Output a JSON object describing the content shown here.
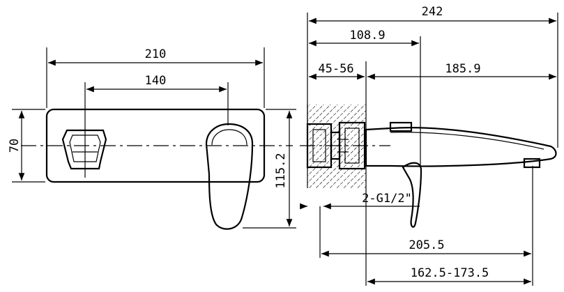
{
  "drawing": {
    "front_view": {
      "dim_width_plate": "210",
      "dim_handle_spacing": "140",
      "dim_height_plate": "70",
      "dim_height_total": "115.2"
    },
    "side_view": {
      "dim_total_length": "242",
      "dim_to_handle": "108.9",
      "dim_wall_depth": "45-56",
      "dim_spout_length": "185.9",
      "dim_thread": "2-G1/2\"",
      "dim_outlet": "205.5",
      "dim_outlet_range": "162.5-173.5"
    }
  }
}
